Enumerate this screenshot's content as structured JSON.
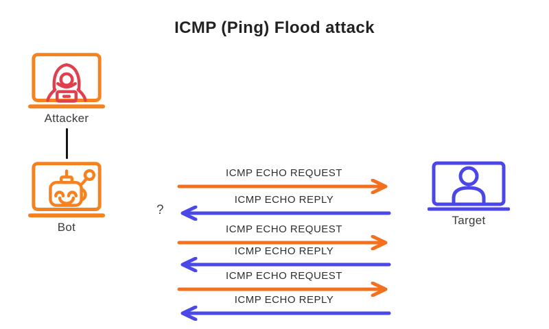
{
  "title": "ICMP (Ping) Flood attack",
  "question_mark": "?",
  "colors": {
    "icon_orange": "#F5821F",
    "arrow_orange": "#F3701E",
    "arrow_blue": "#4B48E8",
    "target_blue": "#4B46E8",
    "hacker_red": "#E0404E",
    "text_dark": "#222222",
    "label_gray": "#3A3A3A",
    "connector_black": "#151515"
  },
  "nodes": {
    "attacker": {
      "label": "Attacker",
      "icon": "hacker-laptop-icon"
    },
    "bot": {
      "label": "Bot",
      "icon": "robot-laptop-icon"
    },
    "target": {
      "label": "Target",
      "icon": "person-monitor-icon"
    }
  },
  "messages": [
    {
      "label": "ICMP ECHO REQUEST",
      "direction": "right",
      "color": "#F3701E"
    },
    {
      "label": "ICMP ECHO REPLY",
      "direction": "left",
      "color": "#4B48E8"
    },
    {
      "label": "ICMP ECHO REQUEST",
      "direction": "right",
      "color": "#F3701E"
    },
    {
      "label": "ICMP ECHO REPLY",
      "direction": "left",
      "color": "#4B48E8"
    },
    {
      "label": "ICMP ECHO REQUEST",
      "direction": "right",
      "color": "#F3701E"
    },
    {
      "label": "ICMP ECHO REPLY",
      "direction": "left",
      "color": "#4B48E8"
    }
  ]
}
